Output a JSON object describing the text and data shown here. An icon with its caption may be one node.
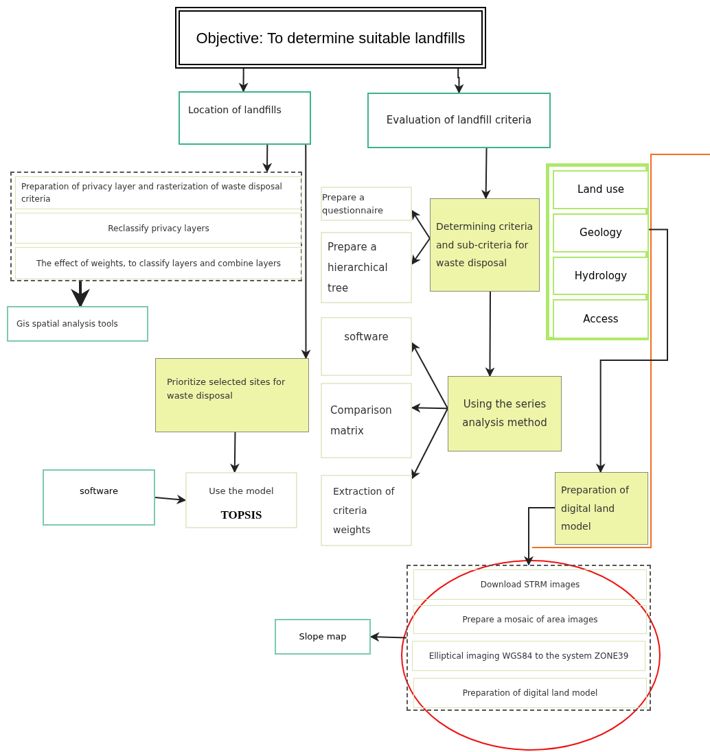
{
  "diagram": {
    "nodes": [
      {
        "text": [
          "Objective: To determine suitable landfills"
        ]
      },
      {
        "text": [
          "Location of landfills"
        ]
      },
      {
        "text": [
          "Evaluation of landfill criteria"
        ]
      },
      {
        "text": [],
        "shape": "box"
      },
      {
        "text": [
          "Preparation of privacy layer and rasterization of waste disposal criteria"
        ],
        "in": 3
      },
      {
        "text": [
          "Reclassify privacy layers"
        ],
        "in": 3
      },
      {
        "text": [
          "The effect of weights, to classify layers and combine layers"
        ],
        "in": 3
      },
      {
        "text": [
          "Gis spatial analysis tools"
        ]
      },
      {
        "text": [
          "Prioritize selected sites for waste disposal"
        ]
      },
      {
        "text": [
          "software"
        ]
      },
      {
        "text": [
          "Use the model",
          "TOPSIS"
        ]
      },
      {
        "text": [
          "Prepare a questionnaire"
        ]
      },
      {
        "text": [
          "Prepare a hierarchical tree"
        ]
      },
      {
        "text": [
          "Determining criteria and sub-criteria for waste disposal"
        ]
      },
      {
        "text": [
          "software"
        ]
      },
      {
        "text": [
          "Comparison matrix"
        ]
      },
      {
        "text": [
          "Using the series analysis method"
        ]
      },
      {
        "text": [
          "Extraction of criteria weights"
        ]
      },
      {
        "text": [],
        "shape": "box"
      },
      {
        "text": [
          "Land use"
        ],
        "in": 18
      },
      {
        "text": [
          "Geology"
        ],
        "in": 18
      },
      {
        "text": [
          "Hydrology"
        ],
        "in": 18
      },
      {
        "text": [
          "Access"
        ],
        "in": 18
      },
      {
        "text": [
          "Preparation of digital land model"
        ]
      },
      {
        "text": [],
        "shape": "box"
      },
      {
        "text": [
          "Download STRM images"
        ],
        "in": 24
      },
      {
        "text": [
          "Prepare a mosaic of area images"
        ],
        "in": 24
      },
      {
        "text": [
          "Elliptical imaging WGS84 to the system ZONE39"
        ],
        "in": 24
      },
      {
        "text": [
          "Preparation of digital land model"
        ],
        "in": 24
      },
      {
        "text": [
          "Slope map"
        ]
      }
    ],
    "edges": [
      {
        "from": 0,
        "to": 1,
        "arrow": "to"
      },
      {
        "from": 0,
        "to": 2,
        "arrow": "to"
      },
      {
        "from": 1,
        "to": 3,
        "arrow": "to"
      },
      {
        "from": 1,
        "to": 8,
        "arrow": "to"
      },
      {
        "from": 3,
        "to": 7,
        "arrow": "to",
        "style": "thick"
      },
      {
        "from": 2,
        "to": 13,
        "arrow": "to"
      },
      {
        "from": 13,
        "to": 11,
        "arrow": "to"
      },
      {
        "from": 13,
        "to": 12,
        "arrow": "to"
      },
      {
        "from": 13,
        "to": 16,
        "arrow": "to"
      },
      {
        "from": 16,
        "to": 14,
        "arrow": "to"
      },
      {
        "from": 16,
        "to": 15,
        "arrow": "to"
      },
      {
        "from": 16,
        "to": 17,
        "arrow": "to"
      },
      {
        "from": 8,
        "to": 10,
        "arrow": "to"
      },
      {
        "from": 9,
        "to": 10,
        "arrow": "to"
      },
      {
        "from": 20,
        "to": 23,
        "arrow": "to"
      },
      {
        "from": 23,
        "to": 24,
        "arrow": "to"
      },
      {
        "from": 24,
        "to": 29,
        "arrow": "to"
      }
    ]
  }
}
